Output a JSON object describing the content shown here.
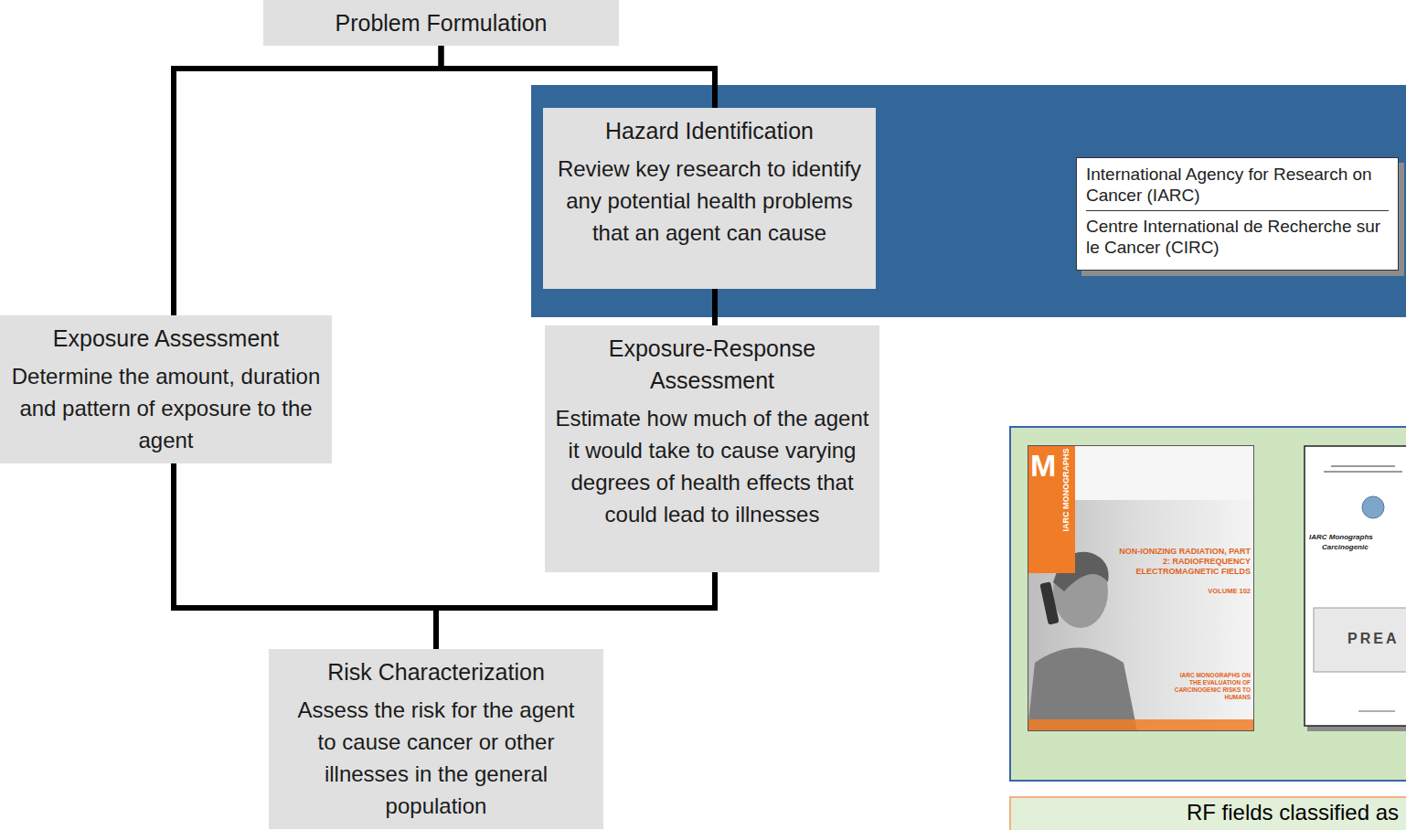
{
  "diagram": {
    "nodes": [
      {
        "text": [
          "Problem Formulation"
        ]
      },
      {
        "text": [
          "Hazard Identification",
          "Review key research to identify any potential health problems that an agent can cause"
        ]
      },
      {
        "text": [
          "International Agency for Research on Cancer (IARC)",
          "Centre International de Recherche sur le Cancer (CIRC)"
        ]
      },
      {
        "text": [
          "Exposure Assessment",
          "Determine the amount, duration and pattern of exposure to the agent"
        ]
      },
      {
        "text": [
          "Exposure-Response Assessment",
          "Estimate how much of the agent it would take to cause varying degrees of health effects that could lead to illnesses"
        ]
      },
      {
        "text": [
          "Risk Characterization",
          "Assess the risk for the agent to cause cancer or other illnesses in the general population"
        ]
      },
      {
        "text": [
          "RF fields classified as"
        ]
      }
    ],
    "edges": [
      {
        "from": 0,
        "to": 1,
        "arrow": "none"
      },
      {
        "from": 0,
        "to": 3,
        "arrow": "none"
      },
      {
        "from": 1,
        "to": 4,
        "arrow": "none"
      },
      {
        "from": 3,
        "to": 5,
        "arrow": "none"
      },
      {
        "from": 4,
        "to": 5,
        "arrow": "none"
      }
    ],
    "labels": [
      "IARC MONOGRAPHS",
      "M",
      "NON-IONIZING RADIATION, PART 2: RADIOFREQUENCY ELECTROMAGNETIC FIELDS",
      "VOLUME 102",
      "IARC MONOGRAPHS ON THE EVALUATION OF CARCINOGENIC RISKS TO HUMANS",
      "IARC Monographs",
      "Carcinogenic",
      "PREA"
    ]
  }
}
